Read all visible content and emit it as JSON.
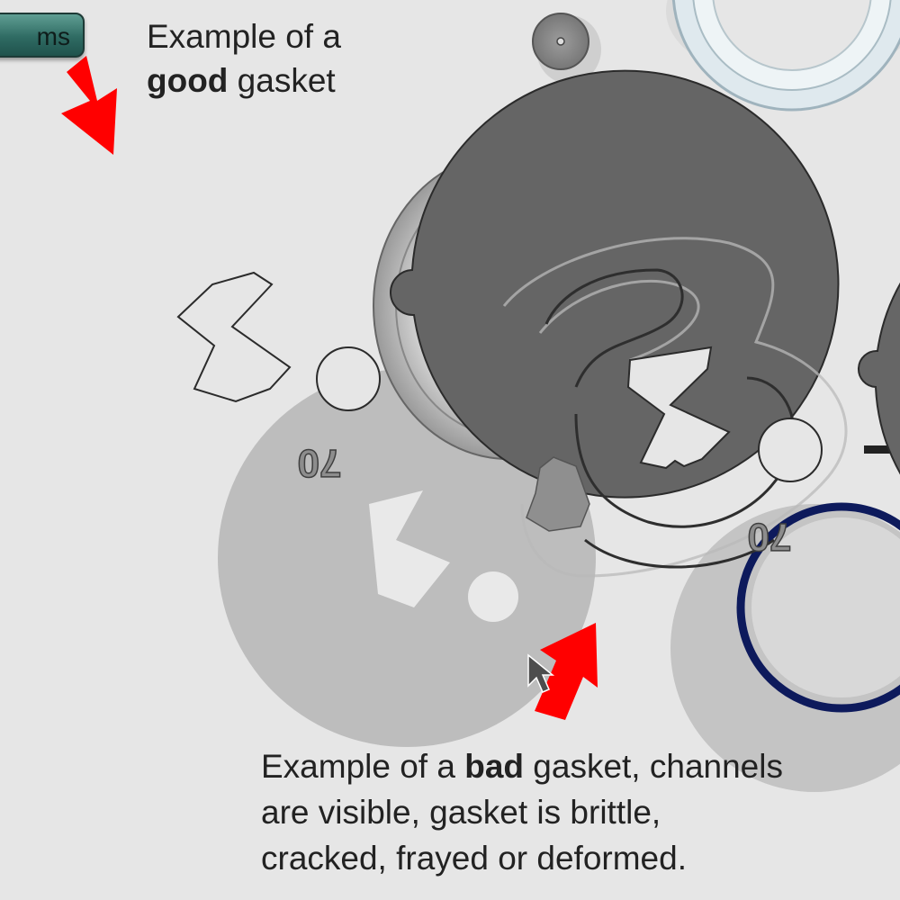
{
  "nav_button": {
    "label": "ms"
  },
  "caption_good": {
    "line1": "Example of a",
    "bold": "good",
    "rest": " gasket"
  },
  "caption_bad": {
    "prefix": "Example of a ",
    "bold": "bad",
    "line1_rest": " gasket, channels",
    "line2": "are visible, gasket is brittle,",
    "line3": "cracked, frayed or deformed."
  },
  "good_gasket": {
    "stamp": "70"
  },
  "bad_gasket": {
    "stamp": "70"
  },
  "colors": {
    "background": "#e6e6e6",
    "gasket": "#666666",
    "arrow": "#ff0000",
    "button": "#2f6b63",
    "oring": "#0d1a5c"
  }
}
